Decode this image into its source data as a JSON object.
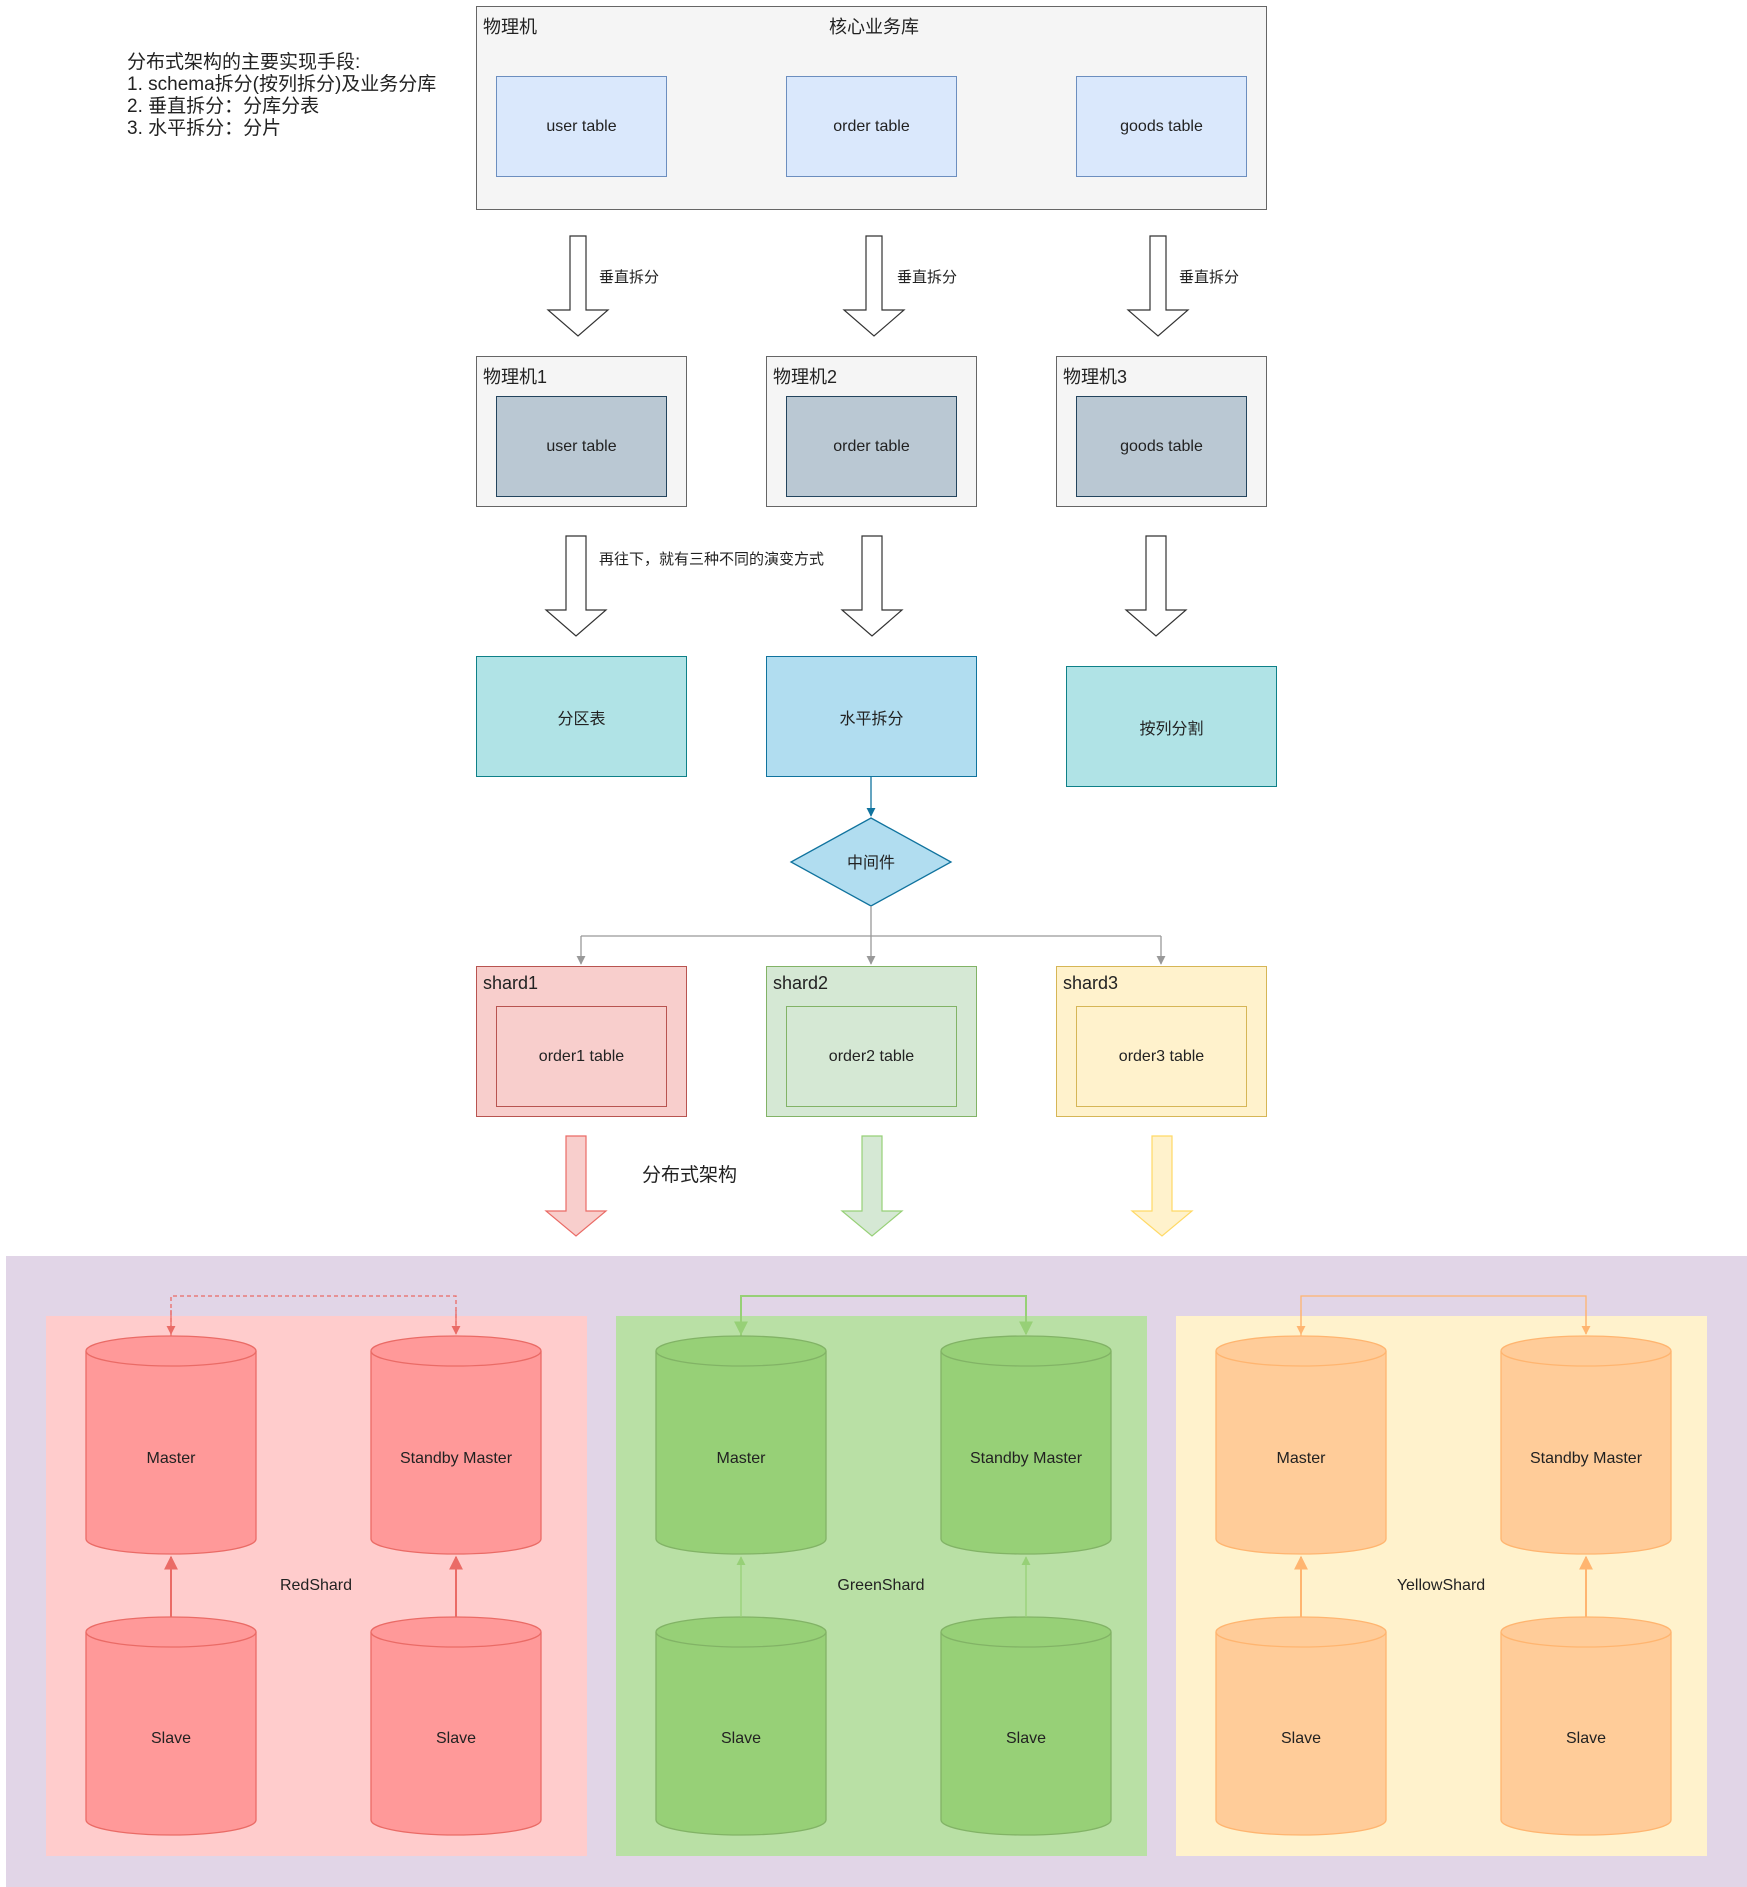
{
  "note": {
    "title": "分布式架构的主要实现手段:",
    "lines": [
      "1. schema拆分(按列拆分)及业务分库",
      "2. 垂直拆分：分库分表",
      "3. 水平拆分：分片"
    ]
  },
  "core": {
    "machine_label": "物理机",
    "title": "核心业务库",
    "tables": [
      "user table",
      "order table",
      "goods table"
    ]
  },
  "vertical_split_label": "垂直拆分",
  "machines": [
    {
      "label": "物理机1",
      "table": "user table"
    },
    {
      "label": "物理机2",
      "table": "order table"
    },
    {
      "label": "物理机3",
      "table": "goods table"
    }
  ],
  "evolution_caption": "再往下，就有三种不同的演变方式",
  "methods": [
    "分区表",
    "水平拆分",
    "按列分割"
  ],
  "middleware": "中间件",
  "shards": [
    {
      "label": "shard1",
      "table": "order1 table"
    },
    {
      "label": "shard2",
      "table": "order2 table"
    },
    {
      "label": "shard3",
      "table": "order3 table"
    }
  ],
  "distributed_label": "分布式架构",
  "clusters": [
    {
      "name": "RedShard",
      "master": "Master",
      "standby": "Standby Master",
      "slave1": "Slave",
      "slave2": "Slave"
    },
    {
      "name": "GreenShard",
      "master": "Master",
      "standby": "Standby Master",
      "slave1": "Slave",
      "slave2": "Slave"
    },
    {
      "name": "YellowShard",
      "master": "Master",
      "standby": "Standby Master",
      "slave1": "Slave",
      "slave2": "Slave"
    }
  ],
  "colors": {
    "blue_table": "#dae8fc",
    "gray_table": "#bac8d3",
    "teal": "#b0e3e6",
    "sky": "#b1ddf0",
    "red": "#f8cecc",
    "green": "#d5e8d4",
    "yellow": "#fff2cc",
    "purple_bg": "#e1d5e7"
  }
}
